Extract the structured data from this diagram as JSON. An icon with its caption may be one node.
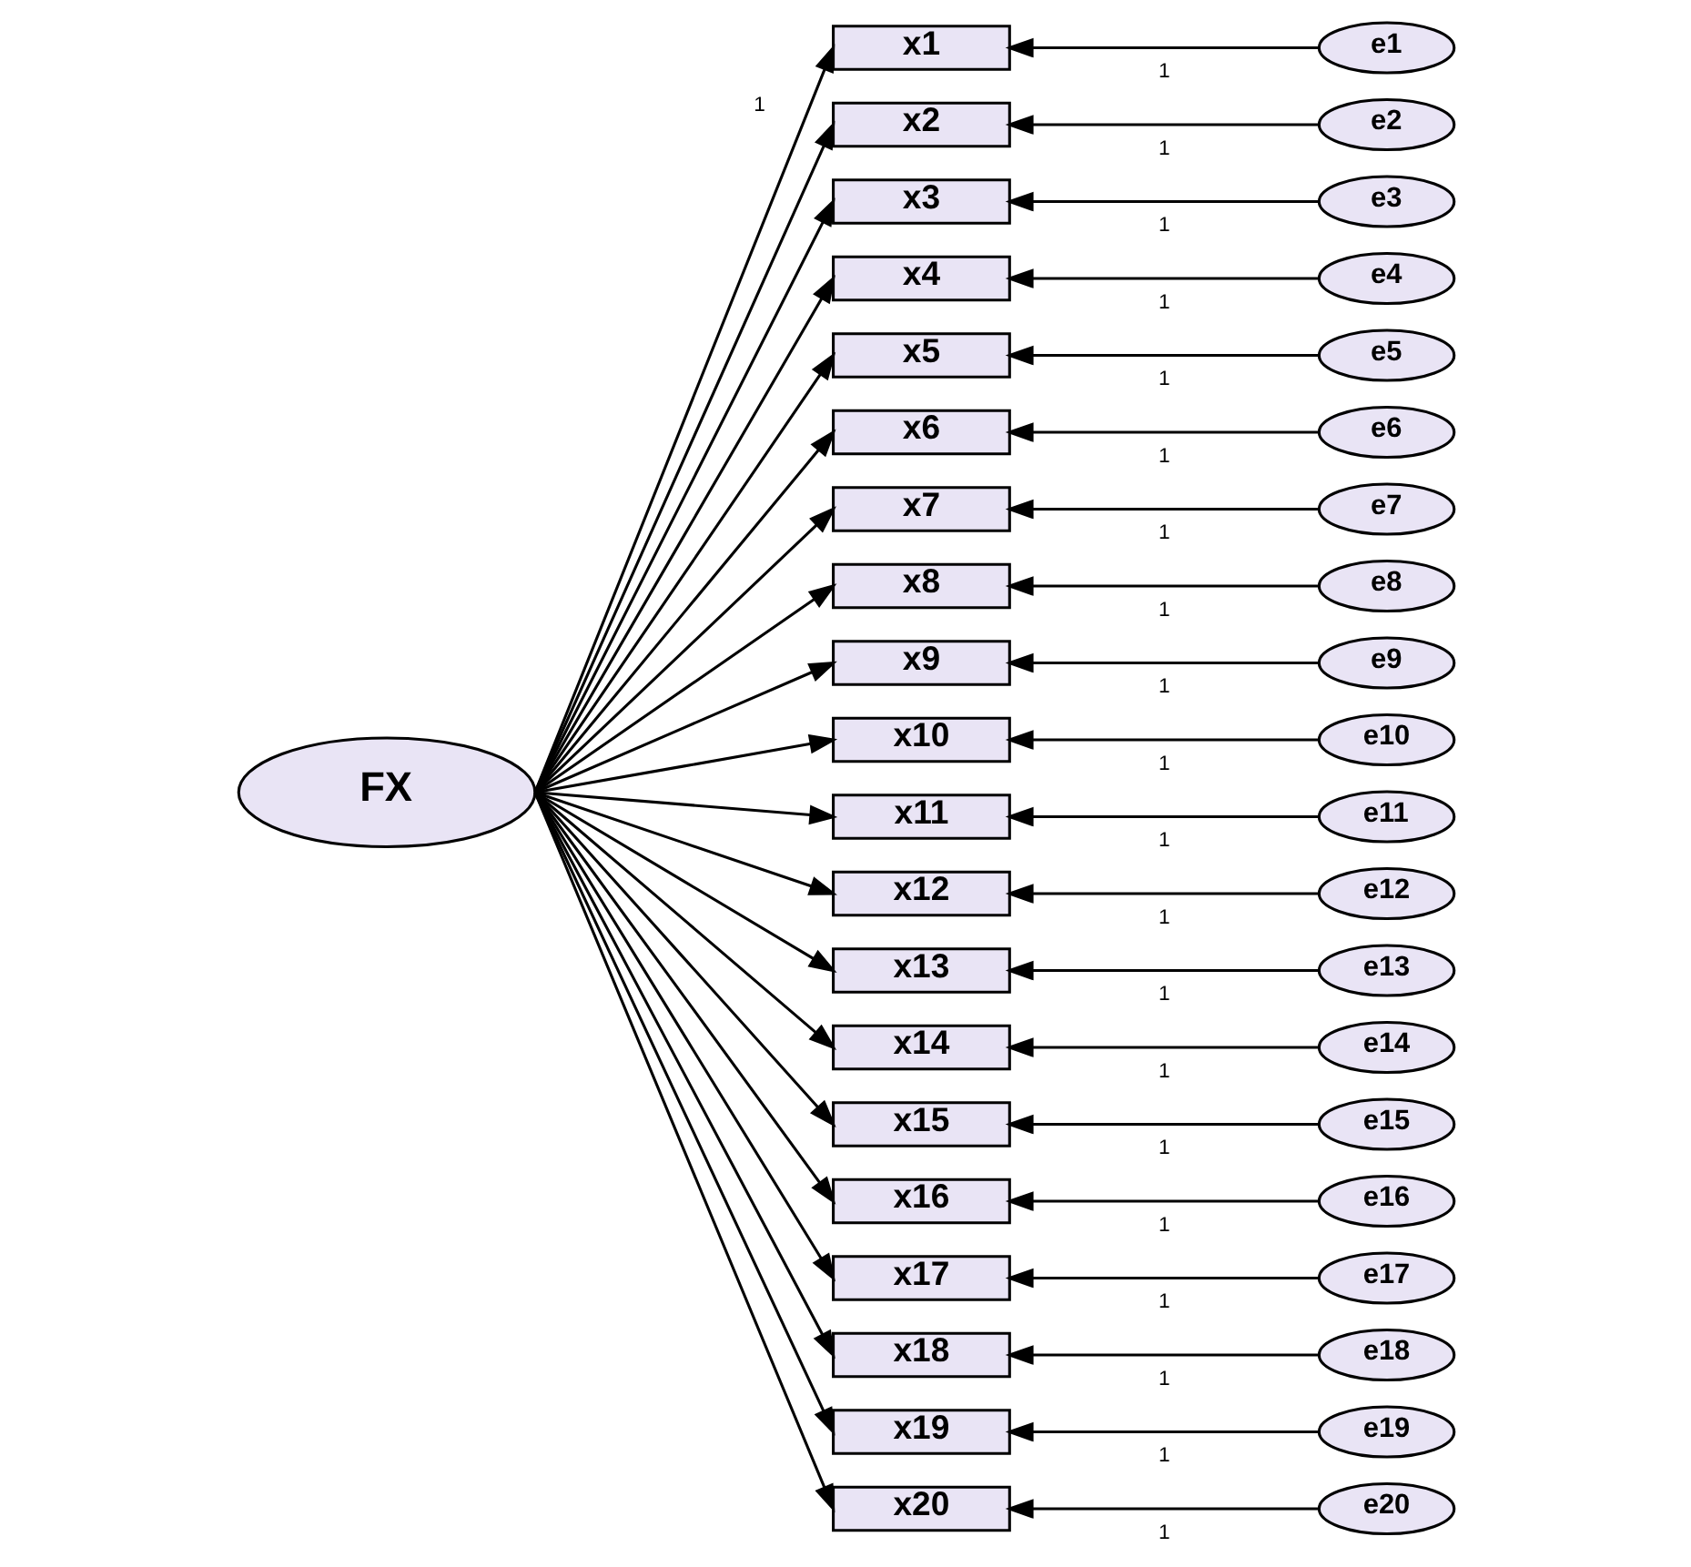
{
  "diagram": {
    "nodes": [
      {
        "text": [
          "FX"
        ]
      },
      {
        "text": [
          "x1"
        ]
      },
      {
        "text": [
          "x2"
        ]
      },
      {
        "text": [
          "x3"
        ]
      },
      {
        "text": [
          "x4"
        ]
      },
      {
        "text": [
          "x5"
        ]
      },
      {
        "text": [
          "x6"
        ]
      },
      {
        "text": [
          "x7"
        ]
      },
      {
        "text": [
          "x8"
        ]
      },
      {
        "text": [
          "x9"
        ]
      },
      {
        "text": [
          "x10"
        ]
      },
      {
        "text": [
          "x11"
        ]
      },
      {
        "text": [
          "x12"
        ]
      },
      {
        "text": [
          "x13"
        ]
      },
      {
        "text": [
          "x14"
        ]
      },
      {
        "text": [
          "x15"
        ]
      },
      {
        "text": [
          "x16"
        ]
      },
      {
        "text": [
          "x17"
        ]
      },
      {
        "text": [
          "x18"
        ]
      },
      {
        "text": [
          "x19"
        ]
      },
      {
        "text": [
          "x20"
        ]
      },
      {
        "text": [
          "e1"
        ]
      },
      {
        "text": [
          "e2"
        ]
      },
      {
        "text": [
          "e3"
        ]
      },
      {
        "text": [
          "e4"
        ]
      },
      {
        "text": [
          "e5"
        ]
      },
      {
        "text": [
          "e6"
        ]
      },
      {
        "text": [
          "e7"
        ]
      },
      {
        "text": [
          "e8"
        ]
      },
      {
        "text": [
          "e9"
        ]
      },
      {
        "text": [
          "e10"
        ]
      },
      {
        "text": [
          "e11"
        ]
      },
      {
        "text": [
          "e12"
        ]
      },
      {
        "text": [
          "e13"
        ]
      },
      {
        "text": [
          "e14"
        ]
      },
      {
        "text": [
          "e15"
        ]
      },
      {
        "text": [
          "e16"
        ]
      },
      {
        "text": [
          "e17"
        ]
      },
      {
        "text": [
          "e18"
        ]
      },
      {
        "text": [
          "e19"
        ]
      },
      {
        "text": [
          "e20"
        ]
      }
    ],
    "edges": [
      {
        "from": 0,
        "to": 1,
        "arrow": "to",
        "label": "1"
      },
      {
        "from": 0,
        "to": 2,
        "arrow": "to"
      },
      {
        "from": 0,
        "to": 3,
        "arrow": "to"
      },
      {
        "from": 0,
        "to": 4,
        "arrow": "to"
      },
      {
        "from": 0,
        "to": 5,
        "arrow": "to"
      },
      {
        "from": 0,
        "to": 6,
        "arrow": "to"
      },
      {
        "from": 0,
        "to": 7,
        "arrow": "to"
      },
      {
        "from": 0,
        "to": 8,
        "arrow": "to"
      },
      {
        "from": 0,
        "to": 9,
        "arrow": "to"
      },
      {
        "from": 0,
        "to": 10,
        "arrow": "to"
      },
      {
        "from": 0,
        "to": 11,
        "arrow": "to"
      },
      {
        "from": 0,
        "to": 12,
        "arrow": "to"
      },
      {
        "from": 0,
        "to": 13,
        "arrow": "to"
      },
      {
        "from": 0,
        "to": 14,
        "arrow": "to"
      },
      {
        "from": 0,
        "to": 15,
        "arrow": "to"
      },
      {
        "from": 0,
        "to": 16,
        "arrow": "to"
      },
      {
        "from": 0,
        "to": 17,
        "arrow": "to"
      },
      {
        "from": 0,
        "to": 18,
        "arrow": "to"
      },
      {
        "from": 0,
        "to": 19,
        "arrow": "to"
      },
      {
        "from": 0,
        "to": 20,
        "arrow": "to"
      },
      {
        "from": 21,
        "to": 1,
        "arrow": "to",
        "label": "1"
      },
      {
        "from": 22,
        "to": 2,
        "arrow": "to",
        "label": "1"
      },
      {
        "from": 23,
        "to": 3,
        "arrow": "to",
        "label": "1"
      },
      {
        "from": 24,
        "to": 4,
        "arrow": "to",
        "label": "1"
      },
      {
        "from": 25,
        "to": 5,
        "arrow": "to",
        "label": "1"
      },
      {
        "from": 26,
        "to": 6,
        "arrow": "to",
        "label": "1"
      },
      {
        "from": 27,
        "to": 7,
        "arrow": "to",
        "label": "1"
      },
      {
        "from": 28,
        "to": 8,
        "arrow": "to",
        "label": "1"
      },
      {
        "from": 29,
        "to": 9,
        "arrow": "to",
        "label": "1"
      },
      {
        "from": 30,
        "to": 10,
        "arrow": "to",
        "label": "1"
      },
      {
        "from": 31,
        "to": 11,
        "arrow": "to",
        "label": "1"
      },
      {
        "from": 32,
        "to": 12,
        "arrow": "to",
        "label": "1"
      },
      {
        "from": 33,
        "to": 13,
        "arrow": "to",
        "label": "1"
      },
      {
        "from": 34,
        "to": 14,
        "arrow": "to",
        "label": "1"
      },
      {
        "from": 35,
        "to": 15,
        "arrow": "to",
        "label": "1"
      },
      {
        "from": 36,
        "to": 16,
        "arrow": "to",
        "label": "1"
      },
      {
        "from": 37,
        "to": 17,
        "arrow": "to",
        "label": "1"
      },
      {
        "from": 38,
        "to": 18,
        "arrow": "to",
        "label": "1"
      },
      {
        "from": 39,
        "to": 19,
        "arrow": "to",
        "label": "1"
      },
      {
        "from": 40,
        "to": 20,
        "arrow": "to",
        "label": "1"
      }
    ]
  }
}
